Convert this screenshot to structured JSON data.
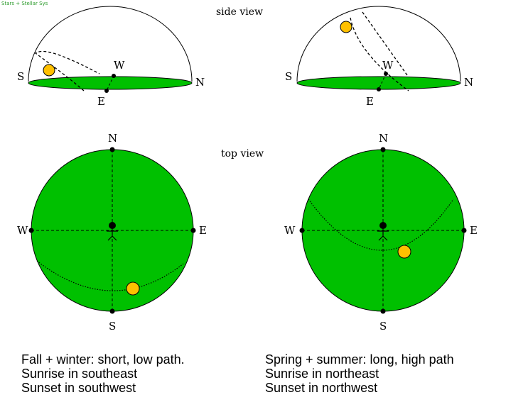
{
  "corner_credit": "Stars + Stellar Sys",
  "headings": {
    "side": "side view",
    "top": "top view"
  },
  "colors": {
    "ground": "#00c000",
    "sun": "#ffc000",
    "outline": "#000000"
  },
  "left": {
    "side_labels": {
      "s": "S",
      "n": "N",
      "w": "W",
      "e": "E"
    },
    "top_labels": {
      "n": "N",
      "s": "S",
      "w": "W",
      "e": "E"
    },
    "caption": [
      "Fall + winter: short, low path.",
      "Sunrise in southeast",
      "Sunset in southwest"
    ]
  },
  "right": {
    "side_labels": {
      "s": "S",
      "n": "N",
      "w": "W",
      "e": "E"
    },
    "top_labels": {
      "n": "N",
      "s": "S",
      "w": "W",
      "e": "E"
    },
    "caption": [
      "Spring + summer: long, high path",
      "Sunrise in northeast",
      "Sunset in northwest"
    ]
  }
}
